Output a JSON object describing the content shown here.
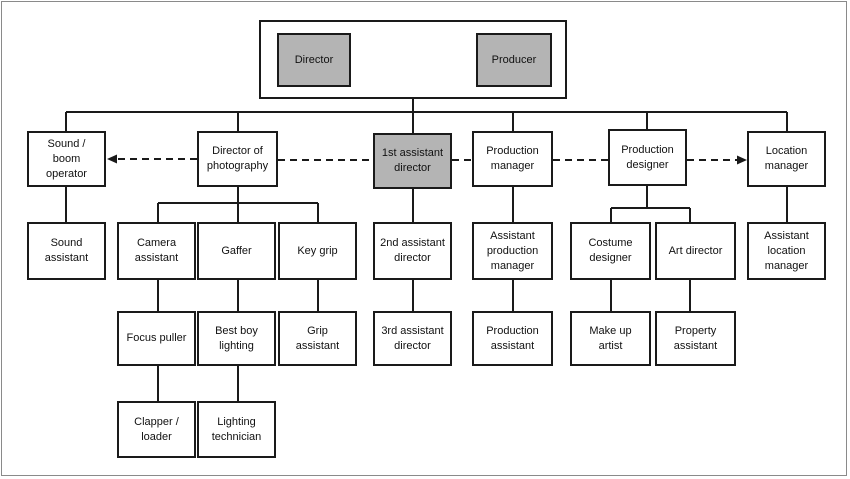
{
  "diagram": {
    "colors": {
      "line": "#1a1a1a",
      "highlight_fill": "#b4b4b4",
      "box_fill": "#ffffff"
    },
    "top": {
      "director": "Director",
      "producer": "Producer"
    },
    "tier1": {
      "sound_boom": "Sound / boom operator",
      "dop": "Director of photography",
      "first_ad": "1st assistant director",
      "prod_manager": "Production manager",
      "prod_designer": "Production designer",
      "location_manager": "Location manager"
    },
    "tier2": {
      "sound_assistant": "Sound assistant",
      "camera_assistant": "Camera assistant",
      "gaffer": "Gaffer",
      "key_grip": "Key grip",
      "second_ad": "2nd assistant director",
      "asst_prod_manager": "Assistant production manager",
      "costume_designer": "Costume designer",
      "art_director": "Art director",
      "asst_location_manager": "Assistant location manager"
    },
    "tier3": {
      "focus_puller": "Focus puller",
      "best_boy": "Best boy lighting",
      "grip_assistant": "Grip assistant",
      "third_ad": "3rd assistant director",
      "production_assistant": "Production assistant",
      "make_up": "Make up artist",
      "property_assistant": "Property assistant"
    },
    "tier4": {
      "clapper_loader": "Clapper / loader",
      "lighting_technician": "Lighting technician"
    }
  }
}
